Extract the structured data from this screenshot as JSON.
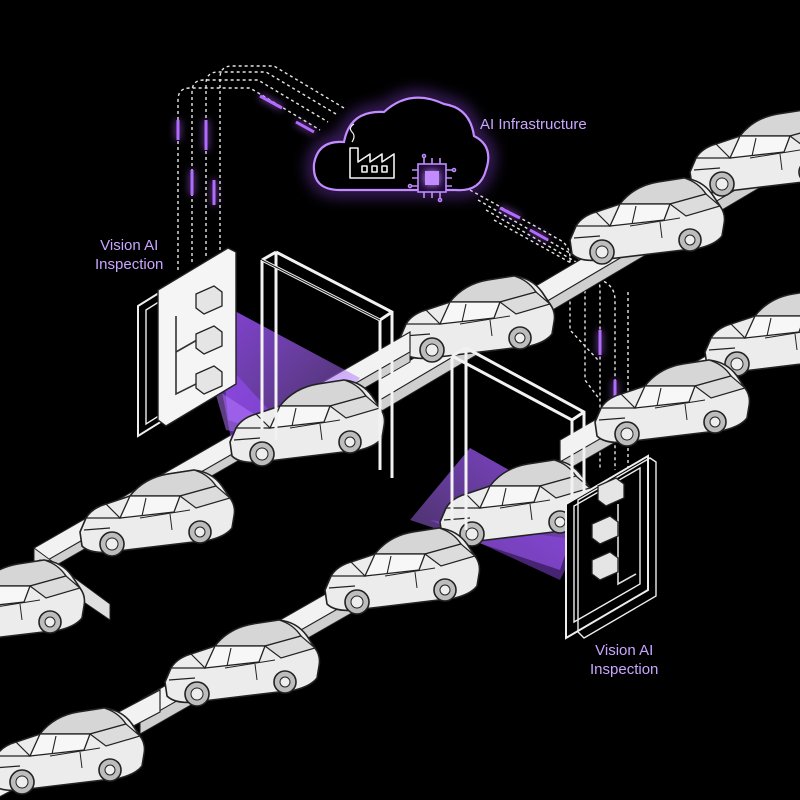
{
  "labels": {
    "ai_infrastructure": "AI Infrastructure",
    "vision_inspection_left": [
      "Vision AI",
      "Inspection"
    ],
    "vision_inspection_right": [
      "Vision AI",
      "Inspection"
    ]
  },
  "colors": {
    "background": "#000000",
    "accent_purple": "#a052ff",
    "glow_purple": "#8a3cff",
    "label_purple": "#c9a6ff",
    "conveyor_white": "#f2f2f2",
    "car_white": "#e9e9e9",
    "line_dark": "#222222"
  },
  "icons": {
    "cloud": "cloud-icon",
    "factory": "factory-icon",
    "chip": "ai-chip-icon",
    "camera": "camera-icon",
    "car": "car-icon"
  }
}
